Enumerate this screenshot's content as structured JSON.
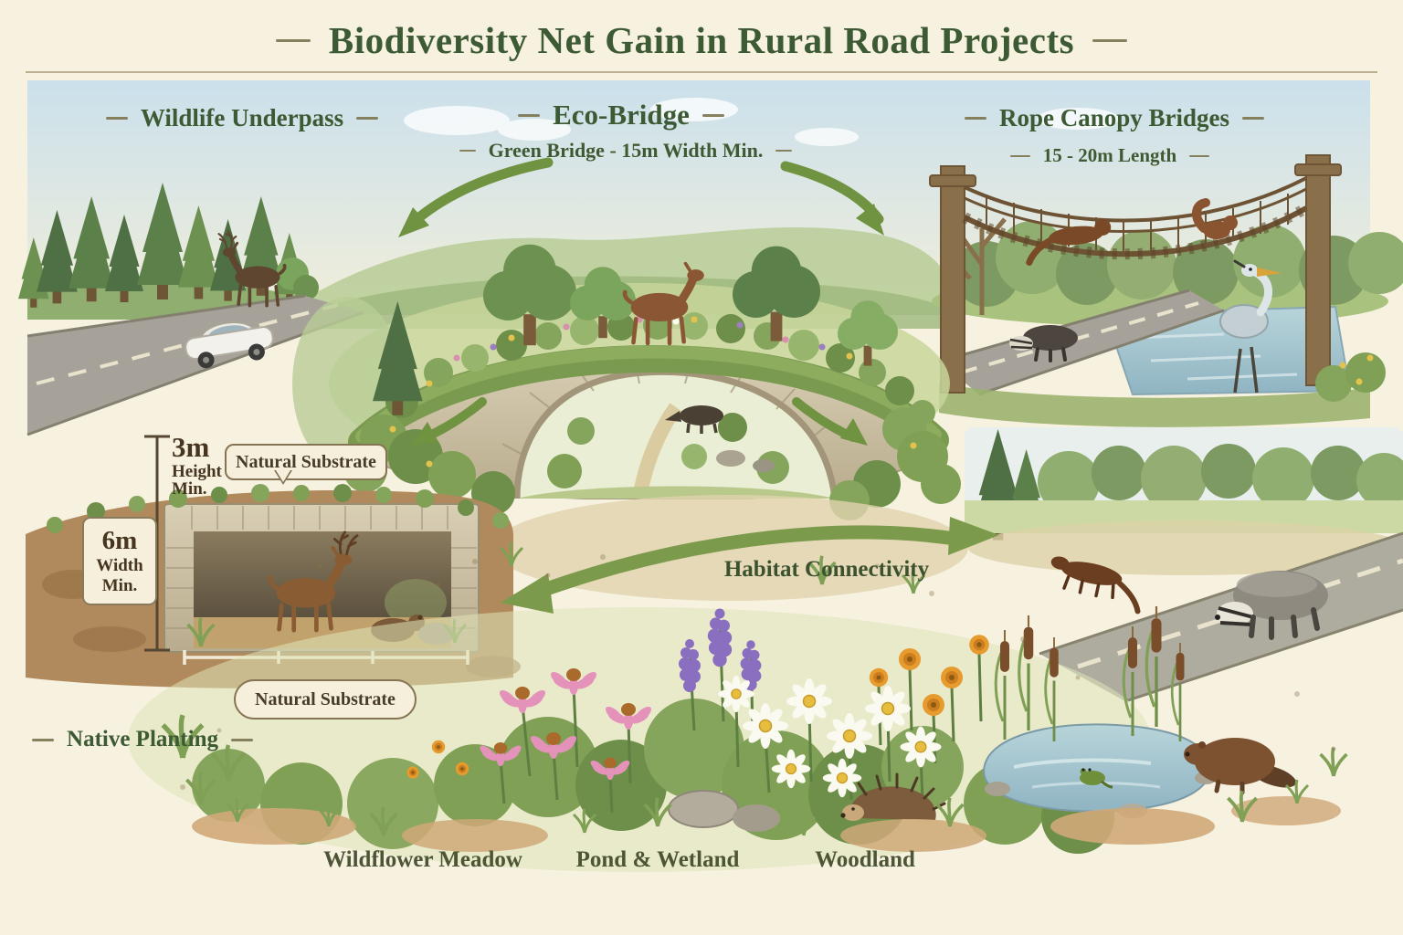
{
  "title": "Biodiversity Net Gain in Rural Road Projects",
  "sections": {
    "wildlife_underpass": {
      "label": "Wildlife Underpass"
    },
    "eco_bridge": {
      "label": "Eco-Bridge",
      "sublabel": "Green Bridge - 15m Width Min."
    },
    "rope_canopy": {
      "label": "Rope Canopy Bridges",
      "sublabel": "15 - 20m Length"
    }
  },
  "measurements": {
    "height": {
      "value": "3m",
      "line1": "Height",
      "line2": "Min."
    },
    "width": {
      "value": "6m",
      "line1": "Width",
      "line2": "Min."
    }
  },
  "callouts": {
    "natural_substrate_top": "Natural Substrate",
    "natural_substrate_bottom": "Natural Substrate",
    "habitat_connectivity": "Habitat Connectivity",
    "native_planting": "Native Planting"
  },
  "bottom_labels": {
    "wildflower_meadow": "Wildflower Meadow",
    "pond_wetland": "Pond & Wetland",
    "woodland": "Woodland"
  },
  "colors": {
    "background": "#f7f1e0",
    "heading": "#3c5a33",
    "subheading": "#3f5a33",
    "arrow_green": "#6f9340",
    "measurement_text": "#46351f",
    "callout_bg": "#f6efdb",
    "callout_border": "#857454"
  }
}
